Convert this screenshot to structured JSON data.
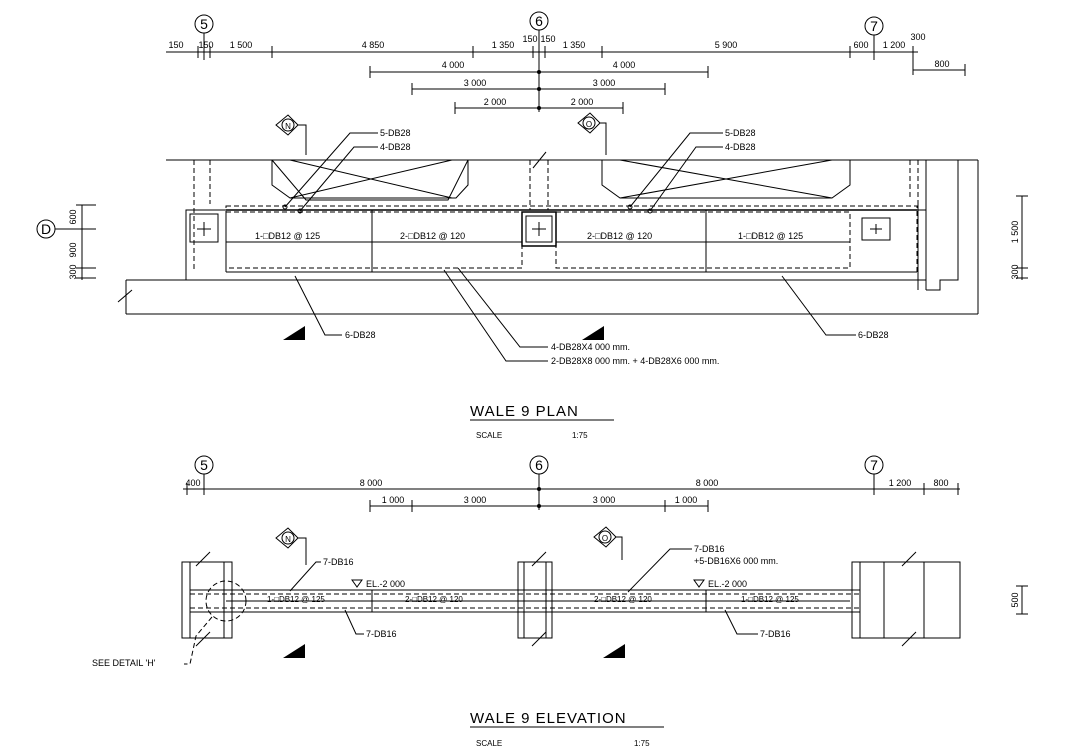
{
  "plan": {
    "grid_labels": [
      "5",
      "6",
      "7",
      "D"
    ],
    "dims_top": [
      "150",
      "150",
      "1 500",
      "4 850",
      "1 350",
      "150",
      "150",
      "1 350",
      "5 900",
      "600",
      "1 200",
      "300"
    ],
    "dims_row2": [
      "4 000",
      "4 000",
      "800"
    ],
    "dims_row3": [
      "3 000",
      "3 000"
    ],
    "dims_row4": [
      "2 000",
      "2 000"
    ],
    "section_marks": [
      "N",
      "O"
    ],
    "rebar_top": [
      "5-DB28",
      "4-DB28"
    ],
    "rebar_top_right": [
      "5-DB28",
      "4-DB28"
    ],
    "stirrups": [
      "1-□DB12 @ 125",
      "2-□DB12 @ 120",
      "2-□DB12 @ 120",
      "1-□DB12 @ 125"
    ],
    "dims_left": [
      "600",
      "900",
      "300"
    ],
    "dims_right": [
      "1 500",
      "300"
    ],
    "bottom_left": "6-DB28",
    "bottom_right": "6-DB28",
    "note1": "4-DB28X4 000 mm.",
    "note2": "2-DB28X8 000 mm. + 4-DB28X6 000 mm.",
    "title": "WALE 9   PLAN",
    "scale_label": "SCALE",
    "scale_value": "1:75"
  },
  "elevation": {
    "grid_labels": [
      "5",
      "6",
      "7"
    ],
    "dims_top": [
      "400",
      "8 000",
      "8 000",
      "1 200",
      "800"
    ],
    "dims_row2": [
      "1 000",
      "3 000",
      "3 000",
      "1 000"
    ],
    "section_marks": [
      "N",
      "O"
    ],
    "rebar_left": "7-DB16",
    "rebar_right_1": "7-DB16",
    "rebar_right_2": "+5-DB16X6 000 mm.",
    "el_left": "EL.-2 000",
    "el_right": "EL.-2 000",
    "stirrups": [
      "1-□DB12 @ 125",
      "2-□DB12 @ 120",
      "2-□DB12 @ 120",
      "1-□DB12 @ 125"
    ],
    "bottom_left": "7-DB16",
    "bottom_right": "7-DB16",
    "detail_note": "SEE DETAIL 'H'",
    "dim_right": "500",
    "title": "WALE 9   ELEVATION",
    "scale_label": "SCALE",
    "scale_value": "1:75"
  }
}
